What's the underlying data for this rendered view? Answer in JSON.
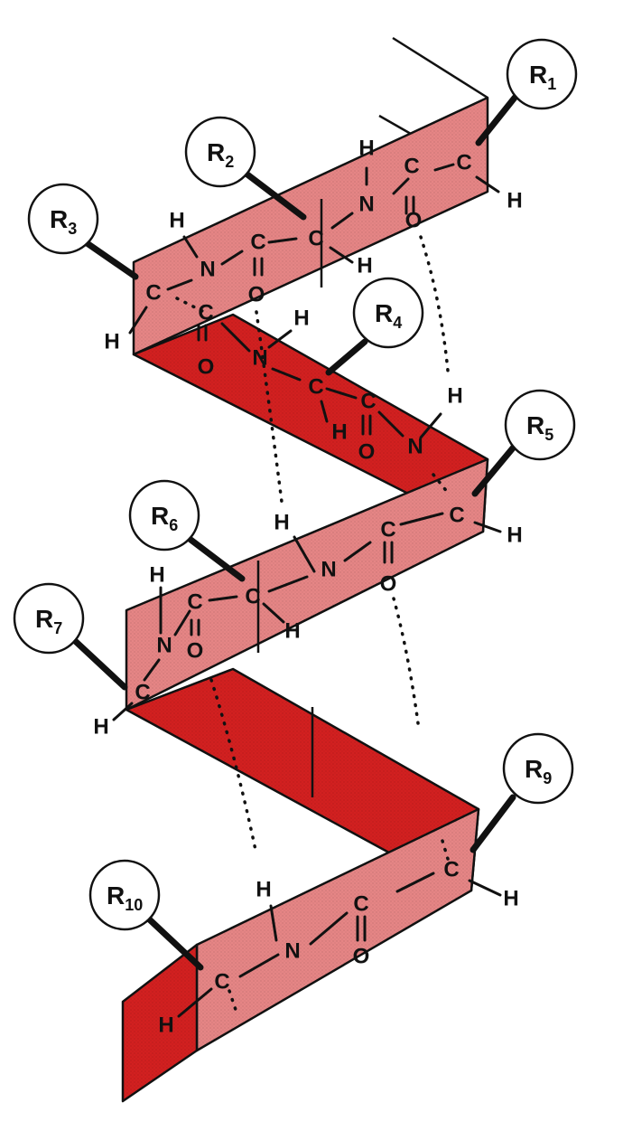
{
  "colors": {
    "ribbon_front": "#e58585",
    "ribbon_back": "#d22020",
    "ribbon_dark": "#c41616",
    "outline": "#111111"
  },
  "residues": [
    {
      "label": "R",
      "sub": "1"
    },
    {
      "label": "R",
      "sub": "2"
    },
    {
      "label": "R",
      "sub": "3"
    },
    {
      "label": "R",
      "sub": "4"
    },
    {
      "label": "R",
      "sub": "5"
    },
    {
      "label": "R",
      "sub": "6"
    },
    {
      "label": "R",
      "sub": "7"
    },
    {
      "label": "R",
      "sub": "9"
    },
    {
      "label": "R",
      "sub": "10"
    }
  ],
  "atoms": {
    "c": "C",
    "n": "N",
    "o": "O",
    "h": "H"
  }
}
